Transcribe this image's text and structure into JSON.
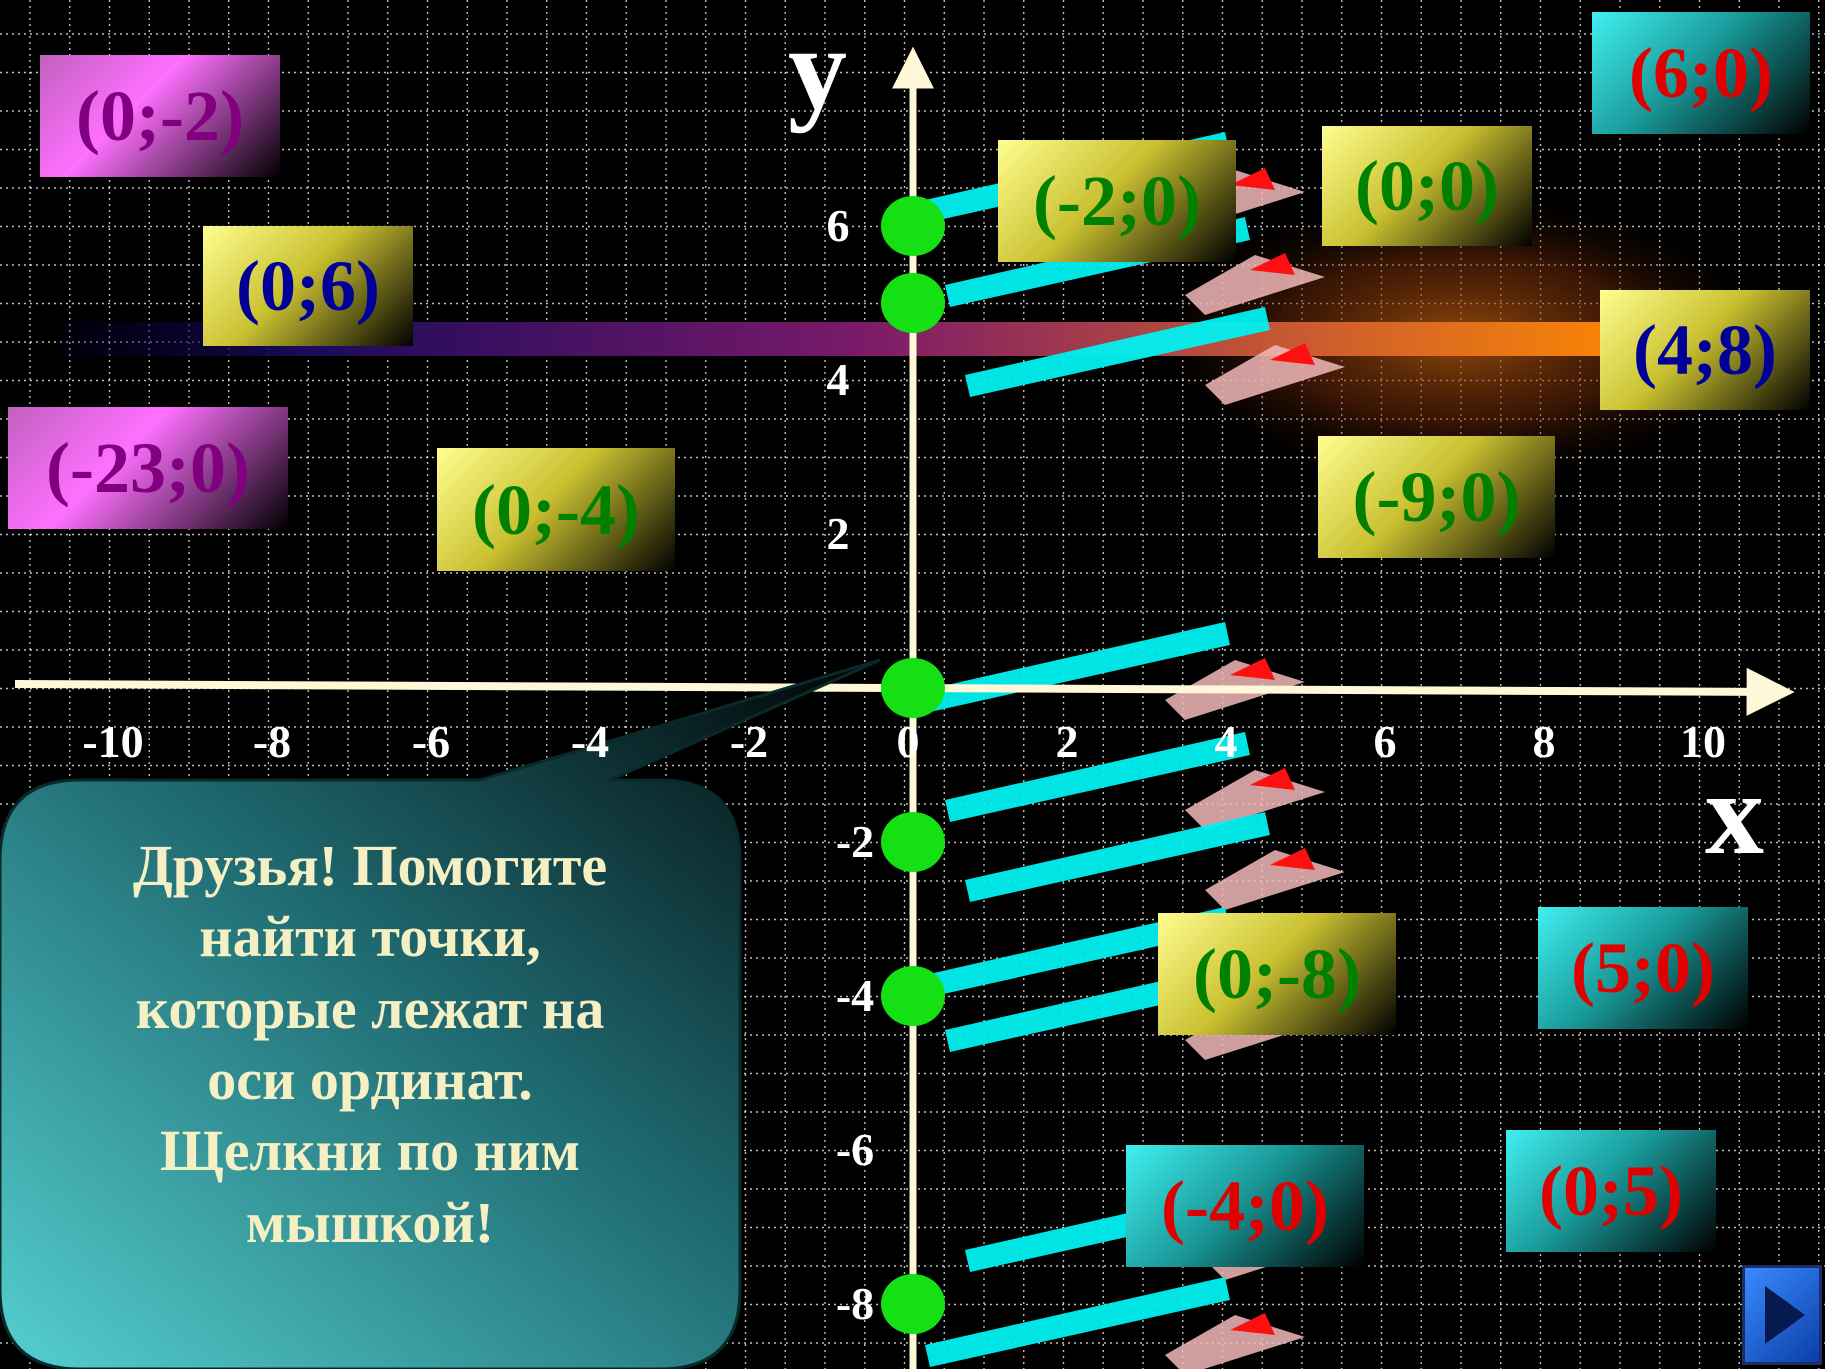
{
  "axes": {
    "x_name": "x",
    "y_name": "y",
    "x_ticks": [
      "-10",
      "-8",
      "-6",
      "-4",
      "-2",
      "0",
      "2",
      "4",
      "6",
      "8",
      "10"
    ],
    "y_ticks": [
      "6",
      "4",
      "2",
      "-2",
      "-4",
      "-6",
      "-8"
    ]
  },
  "instruction": {
    "lines": [
      "Друзья! Помогите",
      "найти точки,",
      "которые лежат на",
      "оси ординат.",
      "Щелкни по ним",
      "мышкой!"
    ]
  },
  "point_cards": [
    {
      "text": "(0;-2)",
      "color": "#800080",
      "bg": "pink"
    },
    {
      "text": "(0;6)",
      "color": "#000099",
      "bg": "yellow"
    },
    {
      "text": "(-23;0)",
      "color": "#800080",
      "bg": "pink"
    },
    {
      "text": "(0;-4)",
      "color": "#008000",
      "bg": "yellow"
    },
    {
      "text": "(-2;0)",
      "color": "#008000",
      "bg": "yellow"
    },
    {
      "text": "(0;0)",
      "color": "#008000",
      "bg": "yellow"
    },
    {
      "text": "(-9;0)",
      "color": "#008000",
      "bg": "yellow"
    },
    {
      "text": "(4;8)",
      "color": "#000099",
      "bg": "yellow"
    },
    {
      "text": "(6;0)",
      "color": "#e00000",
      "bg": "cyan"
    },
    {
      "text": "(0;-8)",
      "color": "#008000",
      "bg": "yellow"
    },
    {
      "text": "(5;0)",
      "color": "#e00000",
      "bg": "cyan"
    },
    {
      "text": "(-4;0)",
      "color": "#e00000",
      "bg": "cyan"
    },
    {
      "text": "(0;5)",
      "color": "#e00000",
      "bg": "cyan"
    }
  ],
  "y_axis_points": [
    6,
    5,
    0,
    -2,
    -4,
    -8
  ],
  "colors": {
    "grid": "#ffffff",
    "axis": "#fff8d8",
    "point": "#14e014",
    "streak": "#00f0f0"
  }
}
